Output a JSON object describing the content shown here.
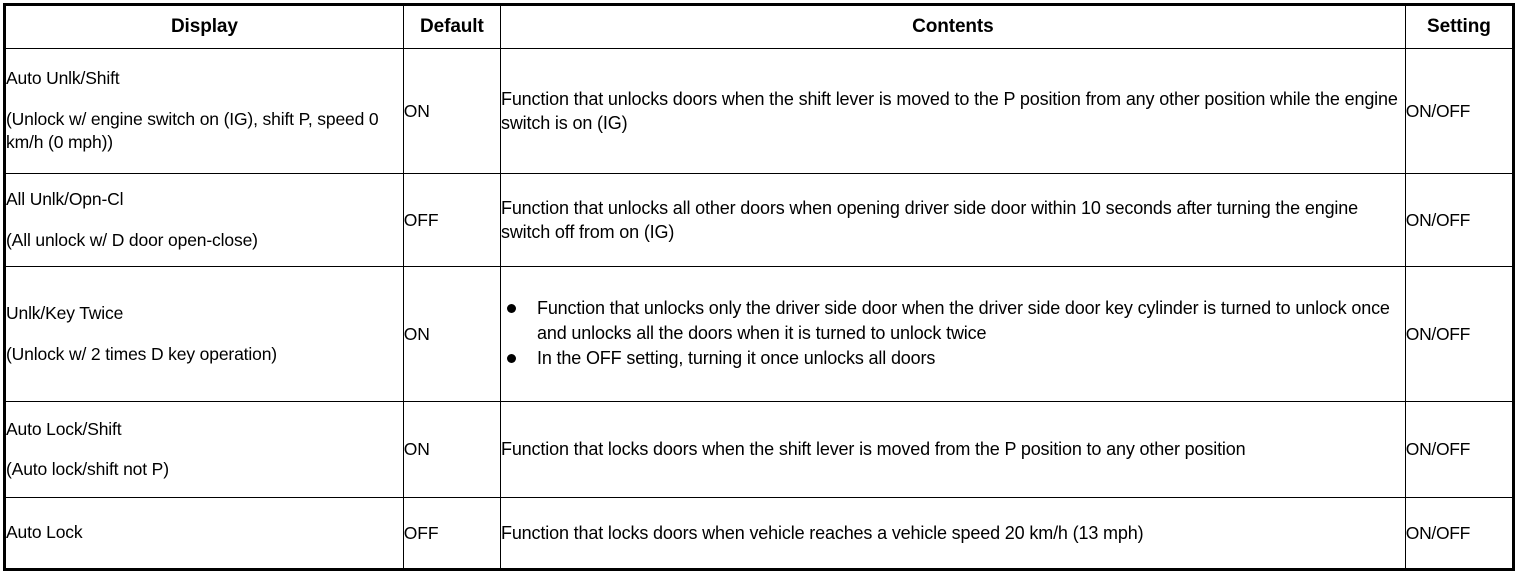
{
  "table": {
    "headers": {
      "display": "Display",
      "default": "Default",
      "contents": "Contents",
      "setting": "Setting"
    },
    "rows": [
      {
        "display_name": "Auto Unlk/Shift",
        "display_alias": "(Unlock w/ engine switch on (IG), shift P, speed 0 km/h (0 mph))",
        "default": "ON",
        "contents": "Function that unlocks doors when the shift lever is moved to the P position from any other position while the engine switch is on (IG)",
        "bullets": [],
        "setting": "ON/OFF"
      },
      {
        "display_name": "All Unlk/Opn-Cl",
        "display_alias": "(All unlock w/ D door open-close)",
        "default": "OFF",
        "contents": "Function that unlocks all other doors when opening driver side door within 10 seconds after turning the engine switch off from on (IG)",
        "bullets": [],
        "setting": "ON/OFF"
      },
      {
        "display_name": "Unlk/Key Twice",
        "display_alias": "(Unlock w/ 2 times D key operation)",
        "default": "ON",
        "contents": "",
        "bullets": [
          "Function that unlocks only the driver side door when the driver side door key cylinder is turned to unlock once and unlocks all the doors when it is turned to unlock twice",
          "In the OFF setting, turning it once unlocks all doors"
        ],
        "setting": "ON/OFF"
      },
      {
        "display_name": "Auto Lock/Shift",
        "display_alias": "(Auto lock/shift not P)",
        "default": "ON",
        "contents": "Function that locks doors when the shift lever is moved from the P position to any other position",
        "bullets": [],
        "setting": "ON/OFF"
      },
      {
        "display_name": "Auto Lock",
        "display_alias": "",
        "default": "OFF",
        "contents": "Function that locks doors when vehicle reaches a vehicle speed 20 km/h (13 mph)",
        "bullets": [],
        "setting": "ON/OFF"
      }
    ]
  },
  "colors": {
    "border": "#000000",
    "text": "#000000",
    "background": "#ffffff"
  }
}
